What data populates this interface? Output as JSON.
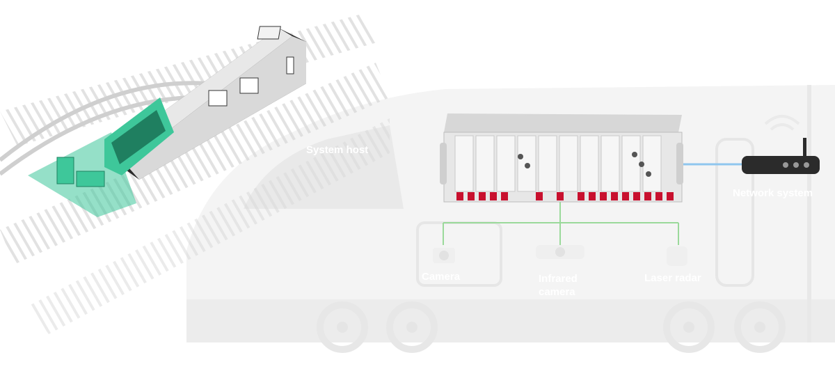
{
  "diagram": {
    "nodes": {
      "host": "System host",
      "network": "Network system",
      "camera": "Camera",
      "infrared_line1": "Infrared",
      "infrared_line2": "camera",
      "laser": "Laser radar"
    },
    "edges": [
      {
        "from": "host",
        "to": "network"
      },
      {
        "from": "host",
        "to": "camera"
      },
      {
        "from": "host",
        "to": "infrared"
      },
      {
        "from": "host",
        "to": "laser"
      }
    ],
    "colors": {
      "train_highlight": "#3ec79a",
      "connector_lines": "#9ad99a",
      "network_link": "#8fc6ee",
      "silhouette": "#f3f3f3"
    }
  }
}
